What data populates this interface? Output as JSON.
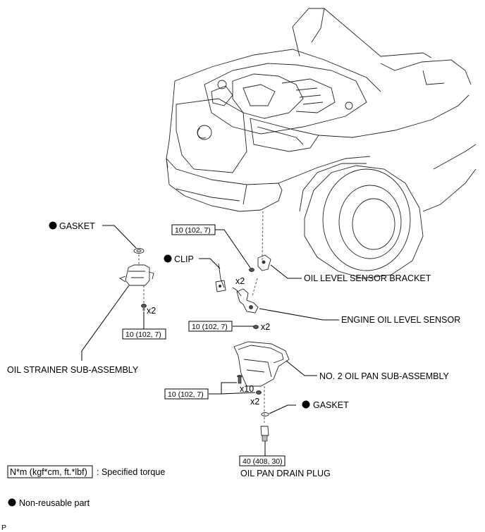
{
  "labels": {
    "gasket_top": "GASKET",
    "clip": "CLIP",
    "oil_level_sensor_bracket": "OIL LEVEL SENSOR BRACKET",
    "engine_oil_level_sensor": "ENGINE OIL LEVEL SENSOR",
    "oil_strainer": "OIL STRAINER SUB-ASSEMBLY",
    "no2_oil_pan": "NO. 2 OIL PAN SUB-ASSEMBLY",
    "gasket_bottom": "GASKET",
    "oil_pan_drain_plug": "OIL PAN DRAIN PLUG"
  },
  "torques": {
    "bracket": "10 (102, 7)",
    "strainer": "10 (102, 7)",
    "sensor": "10 (102, 7)",
    "pan": "10 (102, 7)",
    "drain": "40 (408, 30)"
  },
  "quantities": {
    "strainer_bolts": "x2",
    "bracket_bolts": "x2",
    "sensor_bolts": "x2",
    "pan_bolts": "x10",
    "pan_nuts": "x2"
  },
  "legend": {
    "torque_unit": "N*m (kgf*cm, ft.*lbf)",
    "torque_desc": ": Specified torque",
    "nonreusable": "Non-reusable part"
  },
  "corner_mark": "P"
}
